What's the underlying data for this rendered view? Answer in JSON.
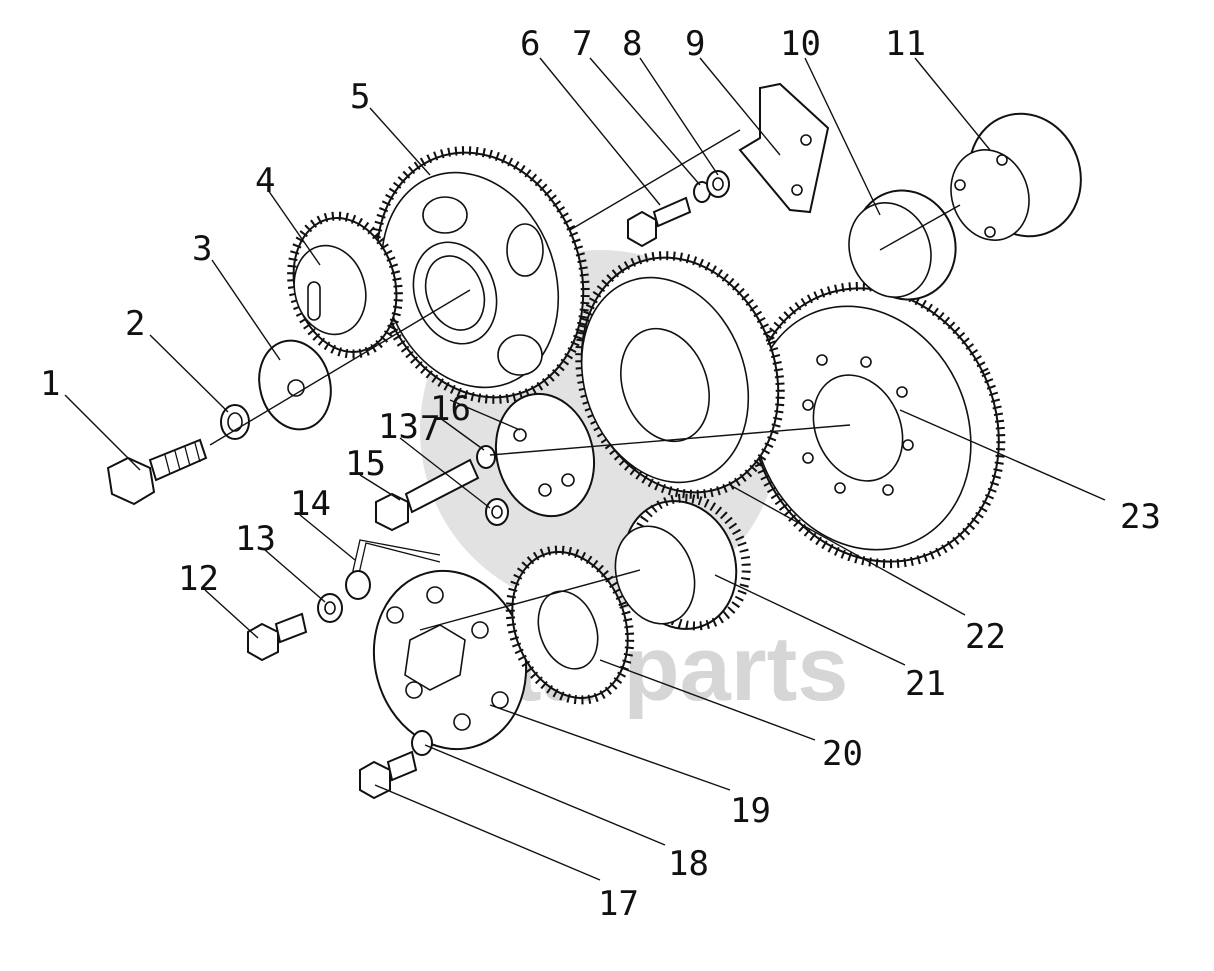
{
  "watermark": {
    "text": "cetta-parts",
    "color": "#d6d6d6"
  },
  "callouts": [
    "1",
    "2",
    "3",
    "4",
    "5",
    "6",
    "7",
    "8",
    "9",
    "10",
    "11",
    "12",
    "13",
    "13",
    "14",
    "15",
    "16",
    "7",
    "17",
    "18",
    "19",
    "20",
    "21",
    "22",
    "23"
  ],
  "colors": {
    "line": "#111111",
    "background": "#ffffff",
    "watermark": "#d6d6d6"
  }
}
